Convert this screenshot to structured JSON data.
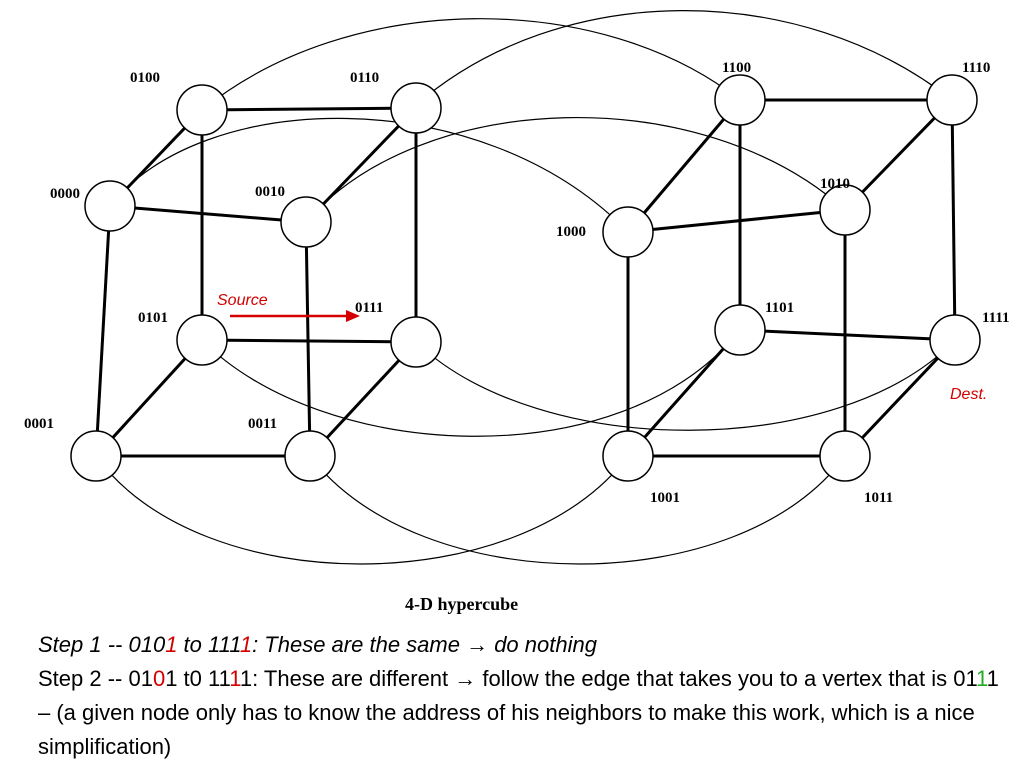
{
  "diagram": {
    "caption": "4-D hypercube",
    "source_label": "Source",
    "dest_label": "Dest.",
    "nodes": [
      {
        "id": "0100",
        "label": "0100"
      },
      {
        "id": "0110",
        "label": "0110"
      },
      {
        "id": "0000",
        "label": "0000"
      },
      {
        "id": "0010",
        "label": "0010"
      },
      {
        "id": "0101",
        "label": "0101"
      },
      {
        "id": "0111",
        "label": "0111"
      },
      {
        "id": "0001",
        "label": "0001"
      },
      {
        "id": "0011",
        "label": "0011"
      },
      {
        "id": "1100",
        "label": "1100"
      },
      {
        "id": "1110",
        "label": "1110"
      },
      {
        "id": "1000",
        "label": "1000"
      },
      {
        "id": "1010",
        "label": "1010"
      },
      {
        "id": "1101",
        "label": "1101"
      },
      {
        "id": "1111",
        "label": "1111"
      },
      {
        "id": "1001",
        "label": "1001"
      },
      {
        "id": "1011",
        "label": "1011"
      }
    ]
  },
  "text": {
    "step1": {
      "a": "Step 1 -- 010",
      "b": "1",
      "c": " to 111",
      "d": "1",
      "e": ": These are the same ",
      "arrow": "→",
      "f": " do nothing"
    },
    "step2": {
      "a": "Step 2 -- 01",
      "b": "0",
      "c": "1 t0 11",
      "d": "1",
      "e": "1: These are different ",
      "arrow": "→",
      "f": " follow the edge that takes you to a vertex that is 01",
      "g": "1",
      "h": "1 – (a given node only has to know the address of his neighbors to make this work, which is a nice simplification)"
    }
  },
  "colors": {
    "highlight_red": "#d40000",
    "highlight_green": "#22aa22"
  }
}
